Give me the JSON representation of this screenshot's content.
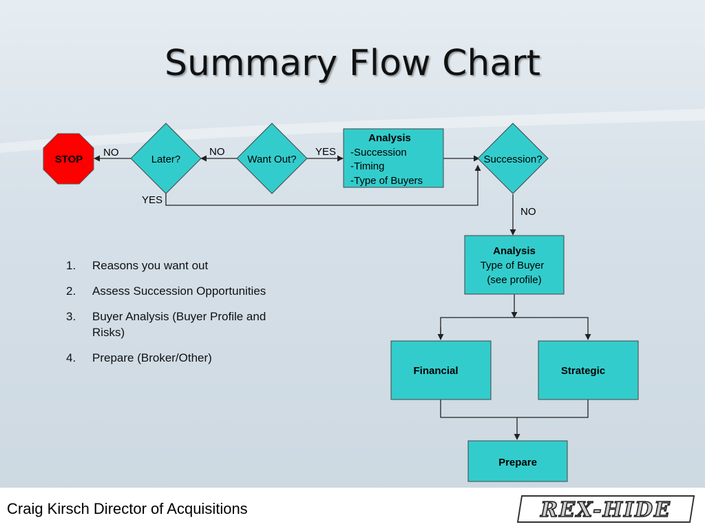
{
  "slide": {
    "title": "Summary Flow Chart",
    "footer": "Craig Kirsch Director of Acquisitions",
    "logo_text": "REX-HIDE"
  },
  "diagram": {
    "nodes": {
      "stop": "STOP",
      "later": "Later?",
      "want_out": "Want Out?",
      "analysis_1": {
        "heading": "Analysis",
        "lines": [
          "-Succession",
          "-Timing",
          "-Type of Buyers"
        ]
      },
      "succession": "Succession?",
      "analysis_2": {
        "heading": "Analysis",
        "lines": [
          "Type of Buyer",
          "(see profile)"
        ]
      },
      "financial": "Financial",
      "strategic": "Strategic",
      "prepare": "Prepare"
    },
    "edge_labels": {
      "later_to_stop": "NO",
      "wantout_to_later": "NO",
      "wantout_to_analysis": "YES",
      "later_to_succession": "YES",
      "succession_to_analysis2": "NO"
    }
  },
  "steps": [
    {
      "num": "1.",
      "text": "Reasons you want out"
    },
    {
      "num": "2.",
      "text": "Assess Succession Opportunities"
    },
    {
      "num": "3.",
      "text": "Buyer Analysis (Buyer Profile and Risks)"
    },
    {
      "num": "4.",
      "text": "Prepare (Broker/Other)"
    }
  ],
  "colors": {
    "node_fill": "#33cccc",
    "stop_fill": "#ff0000",
    "line": "#222222",
    "background": "#d6e0e8"
  }
}
